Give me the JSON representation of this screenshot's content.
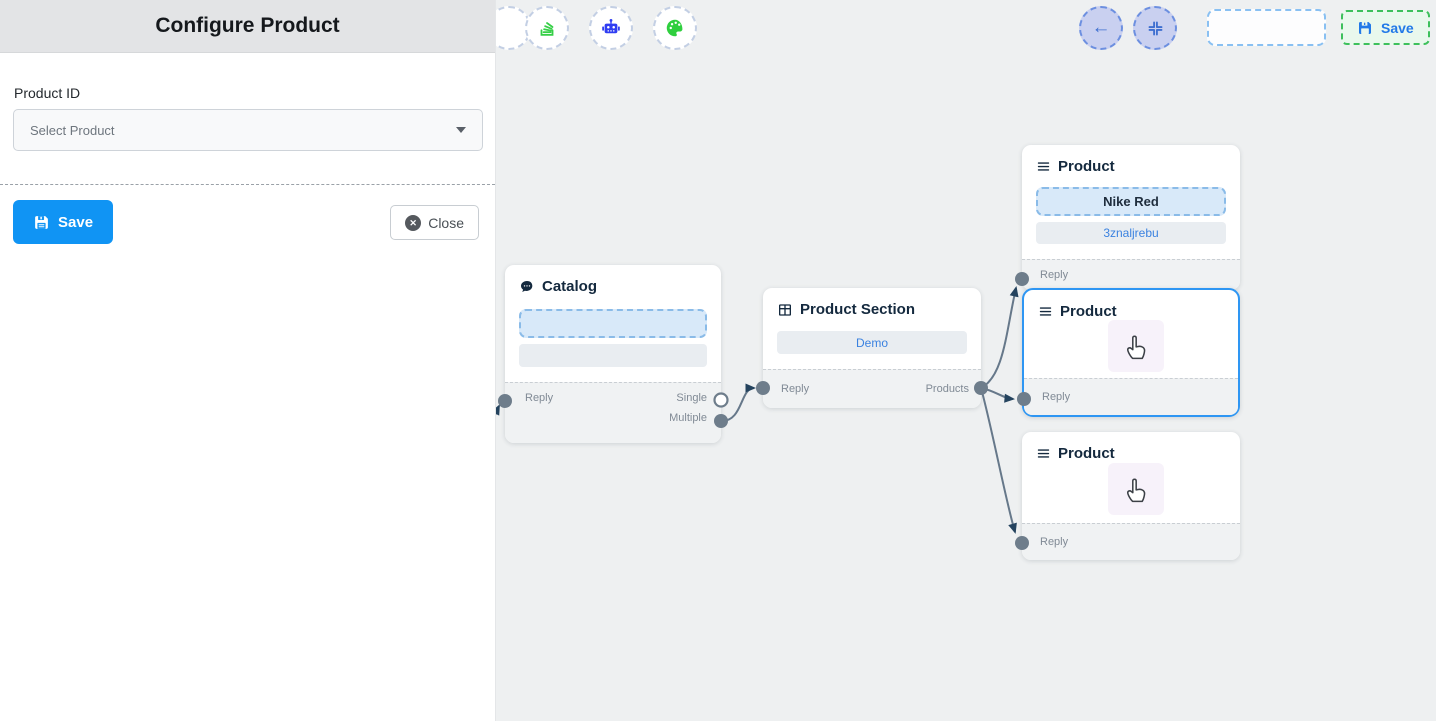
{
  "panel": {
    "title": "Configure Product",
    "product_id_label": "Product ID",
    "select_placeholder": "Select Product",
    "save_label": "Save",
    "close_label": "Close"
  },
  "toolbar": {
    "back_arrow": "←",
    "save_label": "Save"
  },
  "canvas": {
    "catalog": {
      "title": "Catalog",
      "reply_label": "Reply",
      "single_label": "Single",
      "multiple_label": "Multiple"
    },
    "product_section": {
      "title": "Product Section",
      "selected_value": "Demo",
      "reply_label": "Reply",
      "products_label": "Products"
    },
    "product_top": {
      "title": "Product",
      "product_name": "Nike Red",
      "retailer_id": "3znaljrebu",
      "reply_label": "Reply"
    },
    "product_middle": {
      "title": "Product",
      "reply_label": "Reply"
    },
    "product_bottom": {
      "title": "Product",
      "reply_label": "Reply"
    }
  },
  "colors": {
    "primary_blue": "#1094f4",
    "selection_blue": "#2e96f3",
    "save_green_border": "#3dc05c",
    "save_green_bg": "#e9f8ed",
    "edge_gray": "#66788a",
    "arrow_navy": "#24435e",
    "link_blue": "#3b82e0",
    "robot_blue": "#2f3df2",
    "icon_green": "#35cf46",
    "panel_header_bg": "#e3e4e6",
    "canvas_bg": "#eef0f1"
  }
}
